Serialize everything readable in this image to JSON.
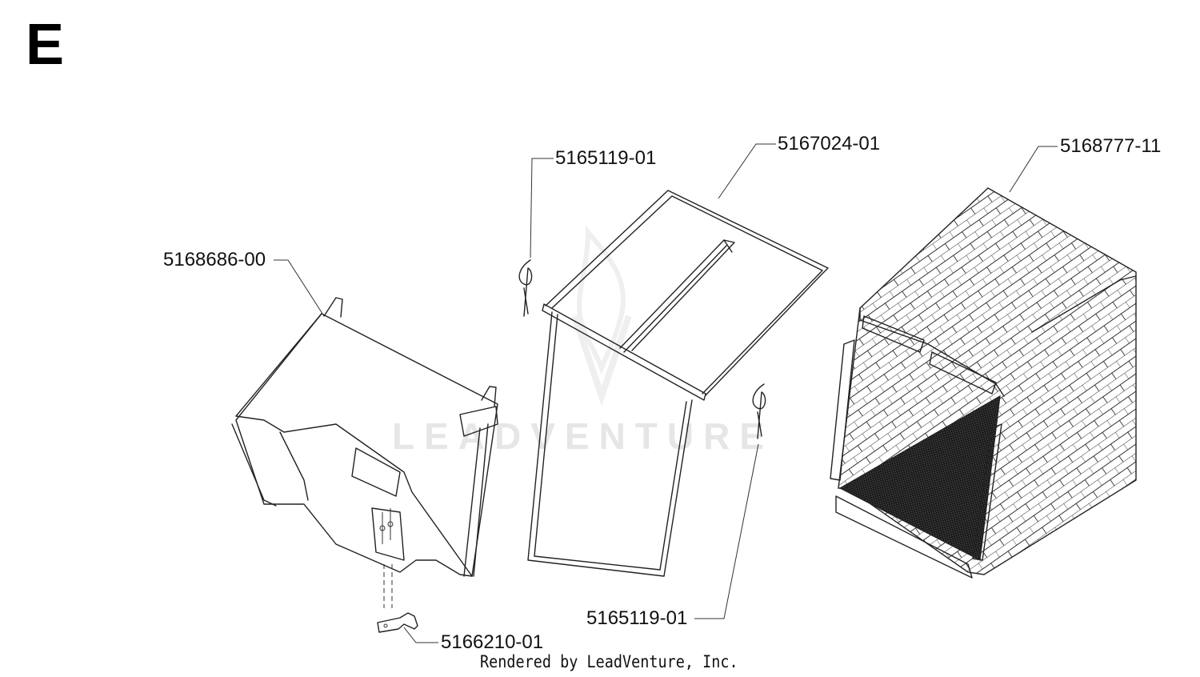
{
  "section": {
    "letter": "E"
  },
  "parts": [
    {
      "id": "chute",
      "number": "5168686-00"
    },
    {
      "id": "clip-top",
      "number": "5165119-01"
    },
    {
      "id": "frame",
      "number": "5167024-01"
    },
    {
      "id": "bag",
      "number": "5168777-11"
    },
    {
      "id": "clip-bottom",
      "number": "5165119-01"
    },
    {
      "id": "bracket",
      "number": "5166210-01"
    }
  ],
  "watermark": "LEADVENTURE",
  "footer": "Rendered by LeadVenture, Inc."
}
